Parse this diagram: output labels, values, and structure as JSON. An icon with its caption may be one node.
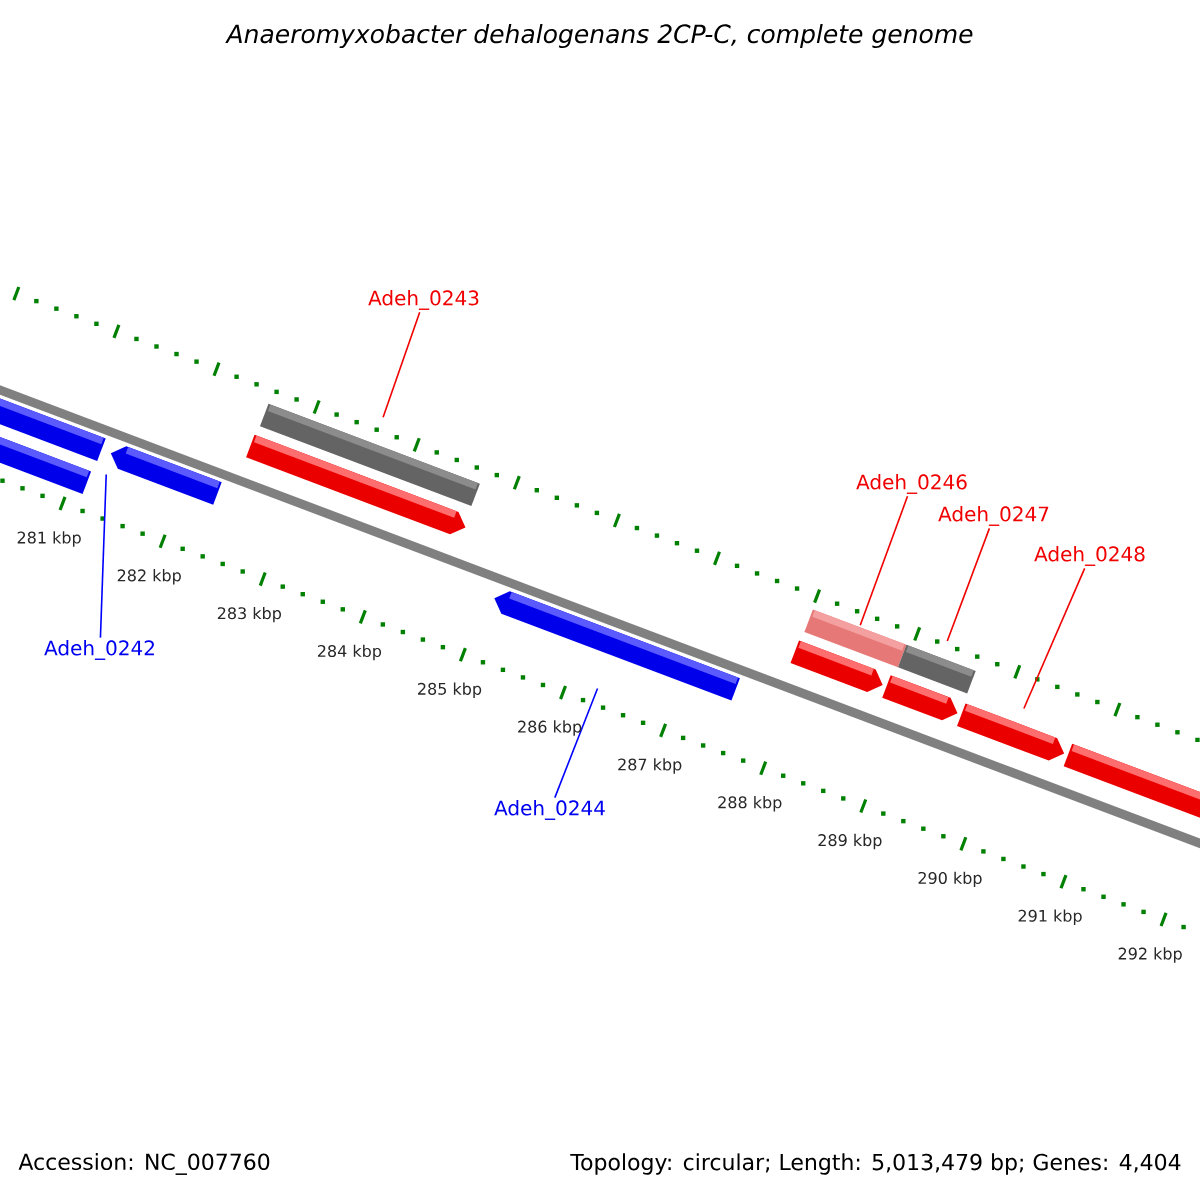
{
  "diagram": {
    "title": "Anaeromyxobacter dehalogenans 2CP-C, complete genome",
    "nodes": [
      {
        "text": [
          "Adeh_0243"
        ]
      },
      {
        "text": [
          "Adeh_0246"
        ]
      },
      {
        "text": [
          "Adeh_0247"
        ]
      },
      {
        "text": [
          "Adeh_0248"
        ]
      },
      {
        "text": [
          "Adeh_0242"
        ]
      },
      {
        "text": [
          "Adeh_0244"
        ]
      },
      {
        "text": [],
        "shape": "arrow"
      },
      {
        "text": [],
        "shape": "arrow"
      },
      {
        "text": [],
        "shape": "arrow"
      },
      {
        "text": [],
        "shape": "arrow"
      },
      {
        "text": [],
        "shape": "bar"
      },
      {
        "text": [],
        "shape": "arrow"
      },
      {
        "text": [],
        "shape": "arrow"
      },
      {
        "text": [],
        "shape": "bar"
      },
      {
        "text": [],
        "shape": "arrow"
      },
      {
        "text": [],
        "shape": "bar"
      },
      {
        "text": [],
        "shape": "arrow"
      },
      {
        "text": [],
        "shape": "arrow"
      }
    ],
    "edges": [
      {
        "from": 0,
        "to": 10,
        "arrow": "none"
      },
      {
        "from": 1,
        "to": 13,
        "arrow": "none"
      },
      {
        "from": 2,
        "to": 15,
        "arrow": "none"
      },
      {
        "from": 3,
        "to": 16,
        "arrow": "none"
      },
      {
        "from": 4,
        "to": 8,
        "arrow": "none",
        "color": "#0000ff"
      },
      {
        "from": 5,
        "to": 11,
        "arrow": "none",
        "color": "#0000ff"
      }
    ],
    "labels": [
      "281 kbp",
      "282 kbp",
      "283 kbp",
      "284 kbp",
      "285 kbp",
      "286 kbp",
      "287 kbp",
      "288 kbp",
      "289 kbp",
      "290 kbp",
      "291 kbp",
      "292 kbp",
      "Accession: NC_007760",
      "Topology: circular; Length: 5,013,479 bp; Genes: 4,404"
    ]
  }
}
